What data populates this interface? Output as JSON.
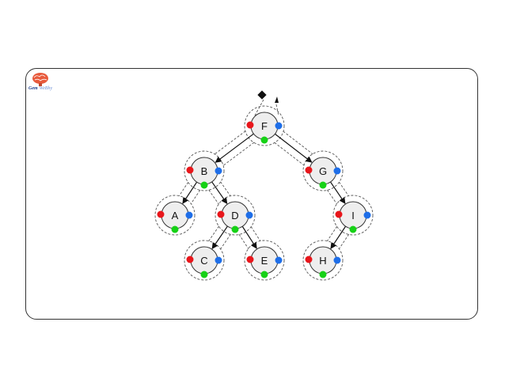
{
  "logo": {
    "brand": "Gem",
    "brand_sub": "WeBhy",
    "colors": {
      "brain": "#e85a3c",
      "text": "#1b3f8f"
    }
  },
  "diagram": {
    "type": "binary-tree-euler-traversal",
    "colors": {
      "pre": "#e8161b",
      "in": "#16d116",
      "post": "#1e6ee8",
      "node_fill": "#eeeeee",
      "edge": "#111111",
      "path": "#555555"
    },
    "nodes": [
      {
        "id": "F",
        "label": "F"
      },
      {
        "id": "B",
        "label": "B"
      },
      {
        "id": "G",
        "label": "G"
      },
      {
        "id": "A",
        "label": "A"
      },
      {
        "id": "D",
        "label": "D"
      },
      {
        "id": "I",
        "label": "I"
      },
      {
        "id": "C",
        "label": "C"
      },
      {
        "id": "E",
        "label": "E"
      },
      {
        "id": "H",
        "label": "H"
      }
    ],
    "edges": [
      {
        "from": "F",
        "to": "B"
      },
      {
        "from": "F",
        "to": "G"
      },
      {
        "from": "B",
        "to": "A"
      },
      {
        "from": "B",
        "to": "D"
      },
      {
        "from": "D",
        "to": "C"
      },
      {
        "from": "D",
        "to": "E"
      },
      {
        "from": "G",
        "to": "I"
      },
      {
        "from": "I",
        "to": "H"
      }
    ]
  }
}
